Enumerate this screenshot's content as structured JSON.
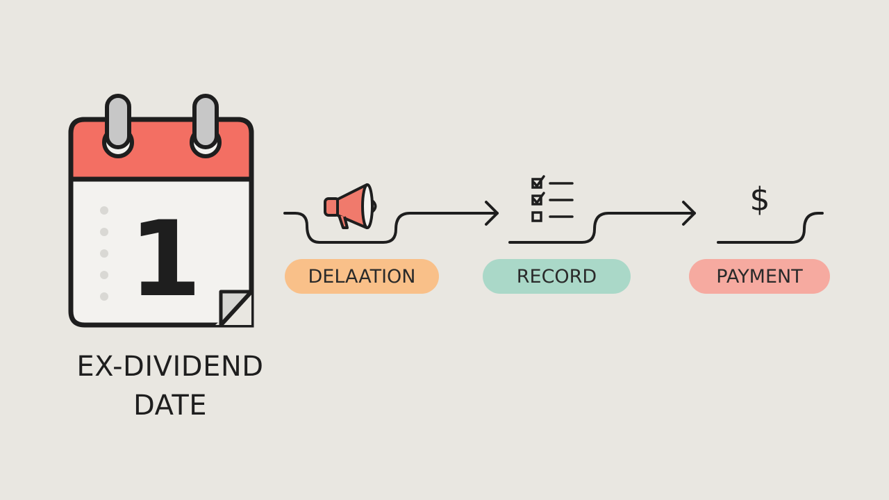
{
  "calendar": {
    "day": "1"
  },
  "caption": {
    "line1": "EX-DIVIDEND",
    "line2": "DATE"
  },
  "steps": [
    {
      "label": "DELAATION",
      "icon": "megaphone-icon",
      "color": "#f9c089"
    },
    {
      "label": "RECORD",
      "icon": "checklist-icon",
      "color": "#aad8c8"
    },
    {
      "label": "PAYMENT",
      "icon": "dollar-icon",
      "symbol": "$",
      "color": "#f6aaa0"
    }
  ],
  "colors": {
    "calendar_header": "#f36f63",
    "calendar_body": "#f3f2ef",
    "ink": "#1e1e1e",
    "megaphone": "#f07a6c"
  }
}
